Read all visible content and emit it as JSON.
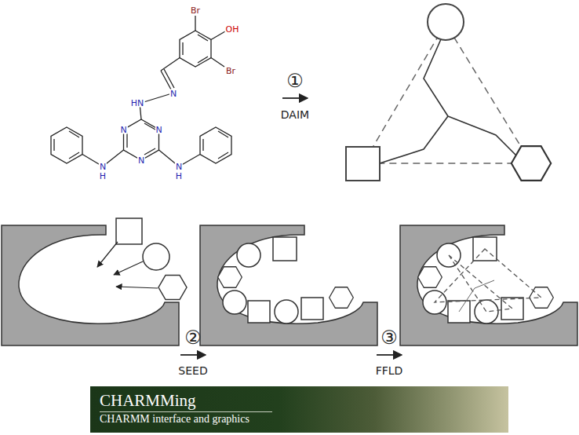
{
  "diagram": {
    "nodes": [
      {
        "text": [
          "CHARMMing",
          "CHARMM interface and graphics"
        ]
      }
    ],
    "labels": [
      "Br",
      "OH",
      "Br",
      "N",
      "HN",
      "N",
      "N",
      "N",
      "N",
      "H",
      "N",
      "H",
      "①",
      "DAIM",
      "②",
      "SEED",
      "③",
      "FFLD"
    ]
  }
}
